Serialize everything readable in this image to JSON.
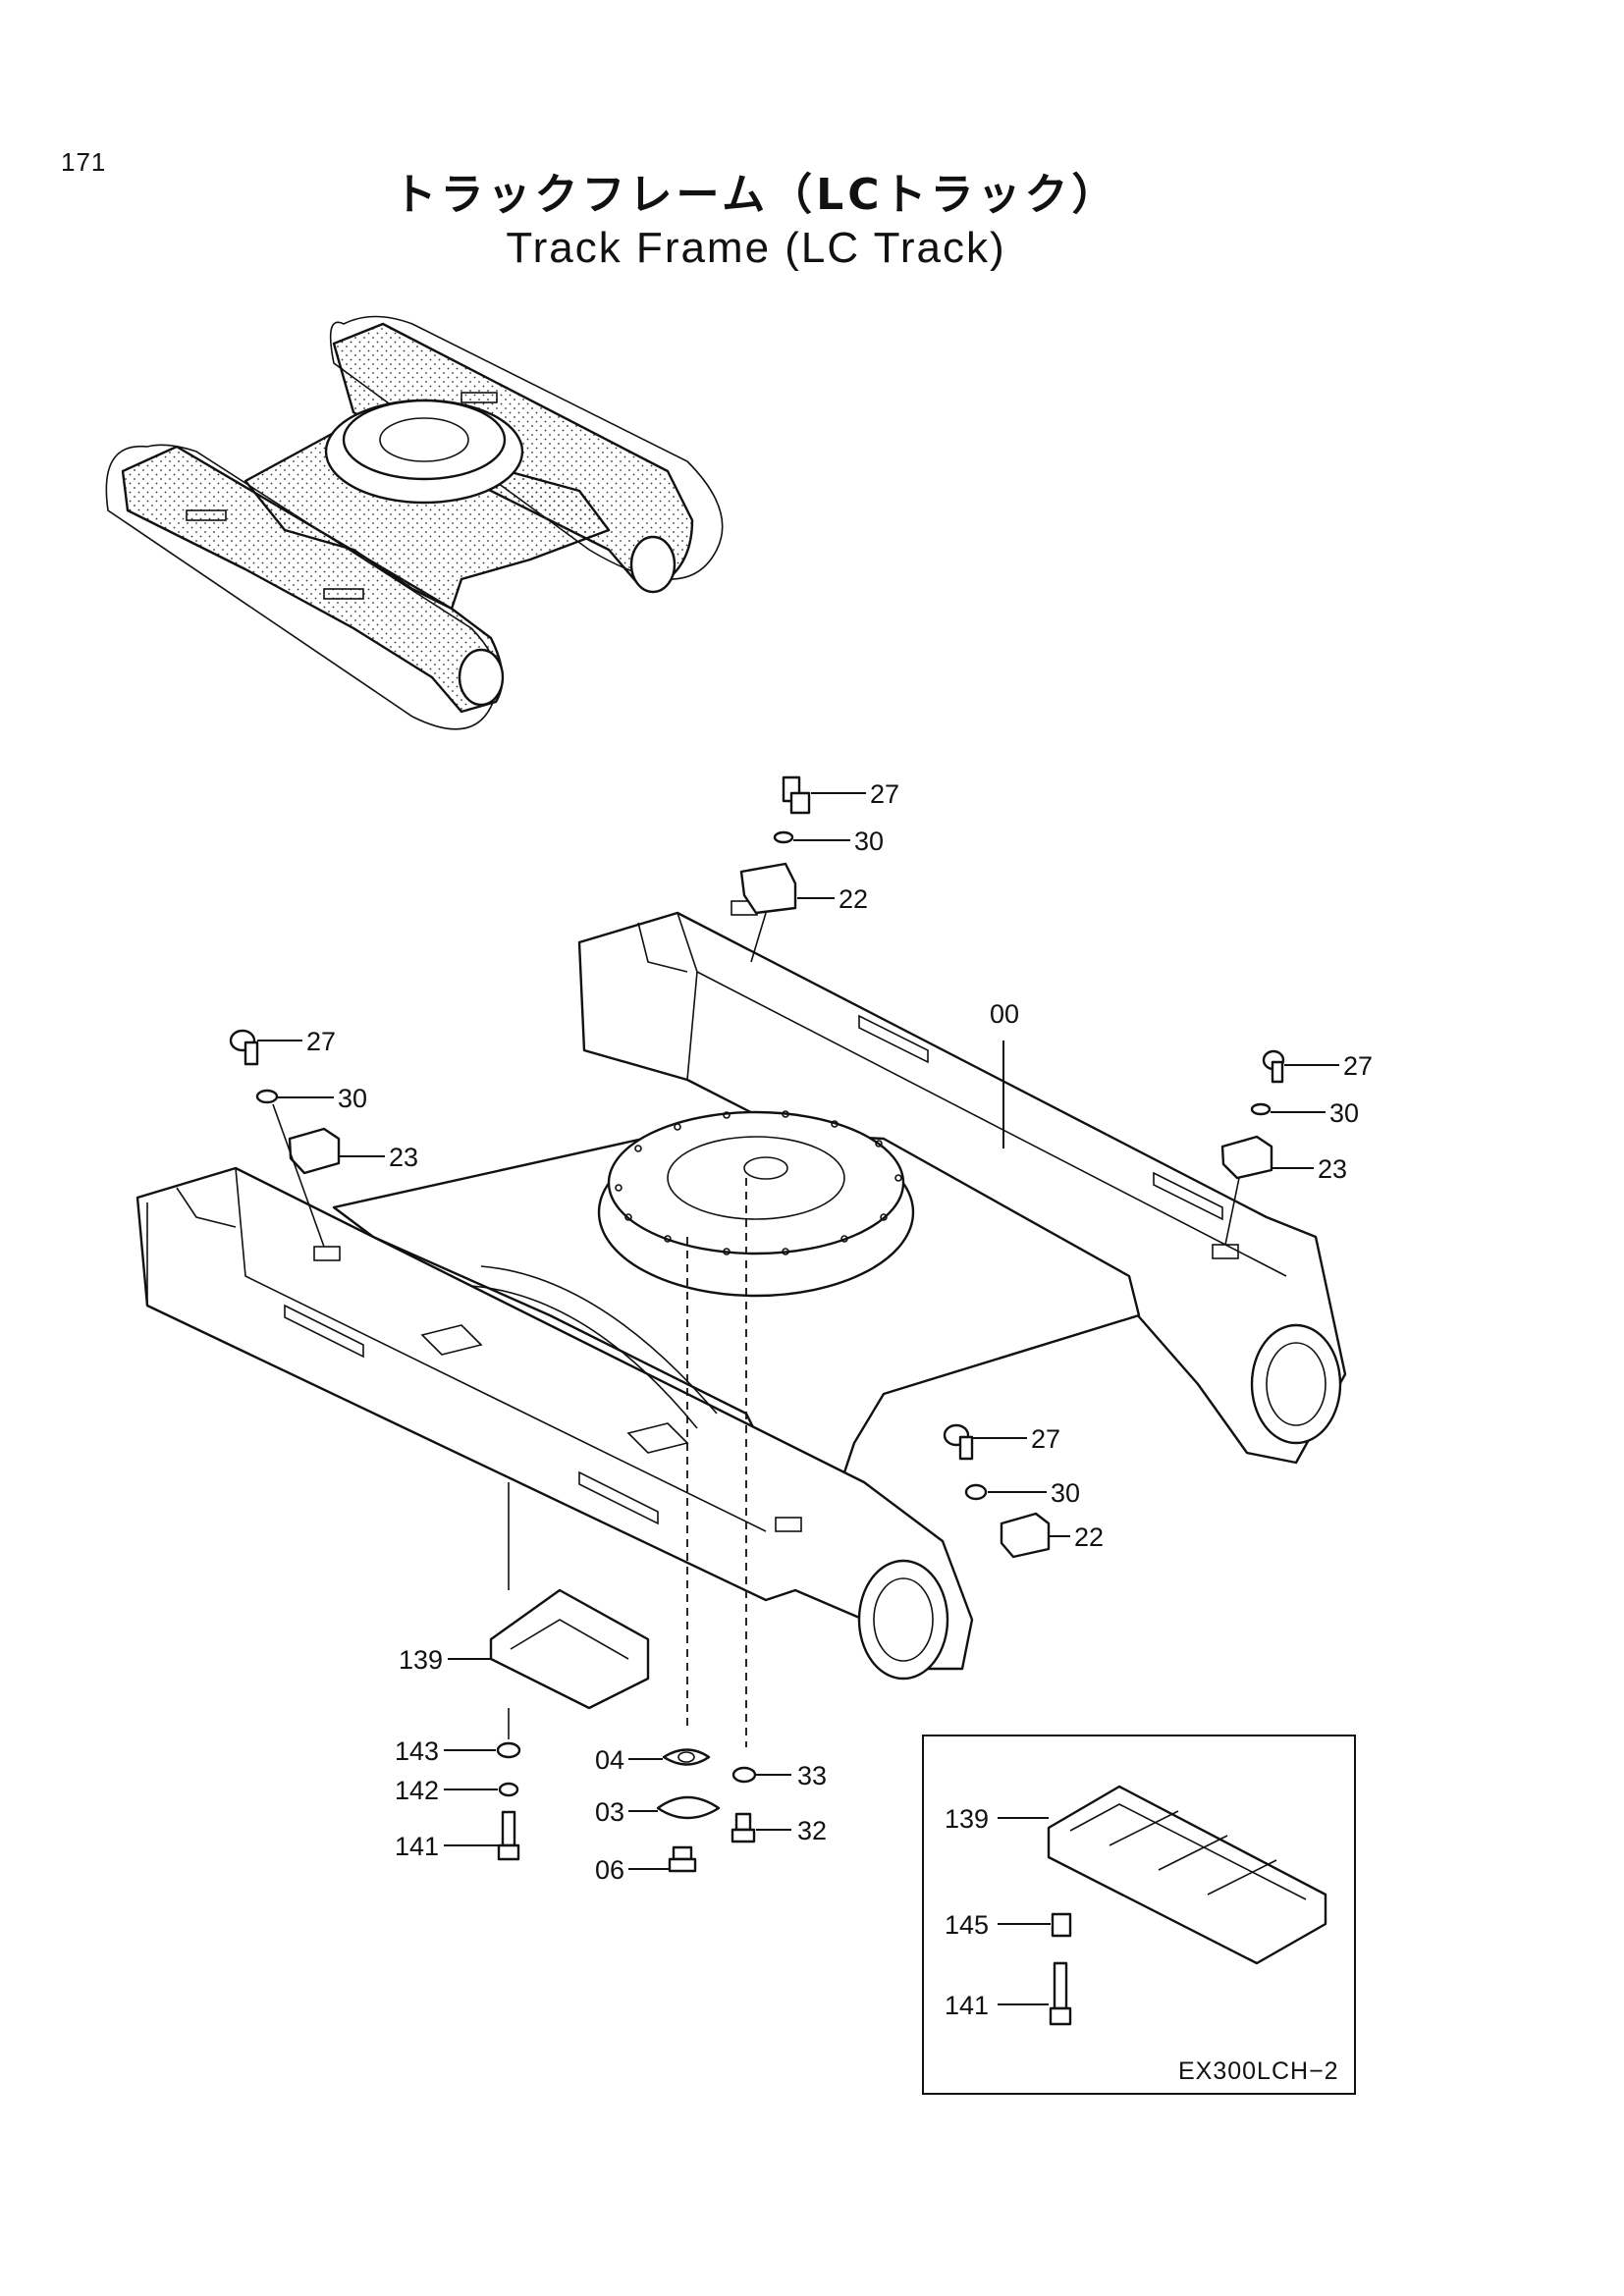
{
  "page_number": "171",
  "title_japanese": "トラックフレーム（LCトラック）",
  "title_english": "Track Frame (LC Track)",
  "callouts": [
    {
      "id": "c-27-top",
      "text": "27"
    },
    {
      "id": "c-30-top",
      "text": "30"
    },
    {
      "id": "c-22-top",
      "text": "22"
    },
    {
      "id": "c-00",
      "text": "00"
    },
    {
      "id": "c-27-left",
      "text": "27"
    },
    {
      "id": "c-30-left",
      "text": "30"
    },
    {
      "id": "c-23-left",
      "text": "23"
    },
    {
      "id": "c-27-right",
      "text": "27"
    },
    {
      "id": "c-30-right",
      "text": "30"
    },
    {
      "id": "c-23-right",
      "text": "23"
    },
    {
      "id": "c-27-front",
      "text": "27"
    },
    {
      "id": "c-30-front",
      "text": "30"
    },
    {
      "id": "c-22-front",
      "text": "22"
    },
    {
      "id": "c-139",
      "text": "139"
    },
    {
      "id": "c-143",
      "text": "143"
    },
    {
      "id": "c-142",
      "text": "142"
    },
    {
      "id": "c-141",
      "text": "141"
    },
    {
      "id": "c-04",
      "text": "04"
    },
    {
      "id": "c-03",
      "text": "03"
    },
    {
      "id": "c-06",
      "text": "06"
    },
    {
      "id": "c-33",
      "text": "33"
    },
    {
      "id": "c-32",
      "text": "32"
    }
  ],
  "inset": {
    "callouts": [
      {
        "id": "i-139",
        "text": "139"
      },
      {
        "id": "i-145",
        "text": "145"
      },
      {
        "id": "i-141",
        "text": "141"
      }
    ],
    "model_code": "EX300LCH−2"
  }
}
